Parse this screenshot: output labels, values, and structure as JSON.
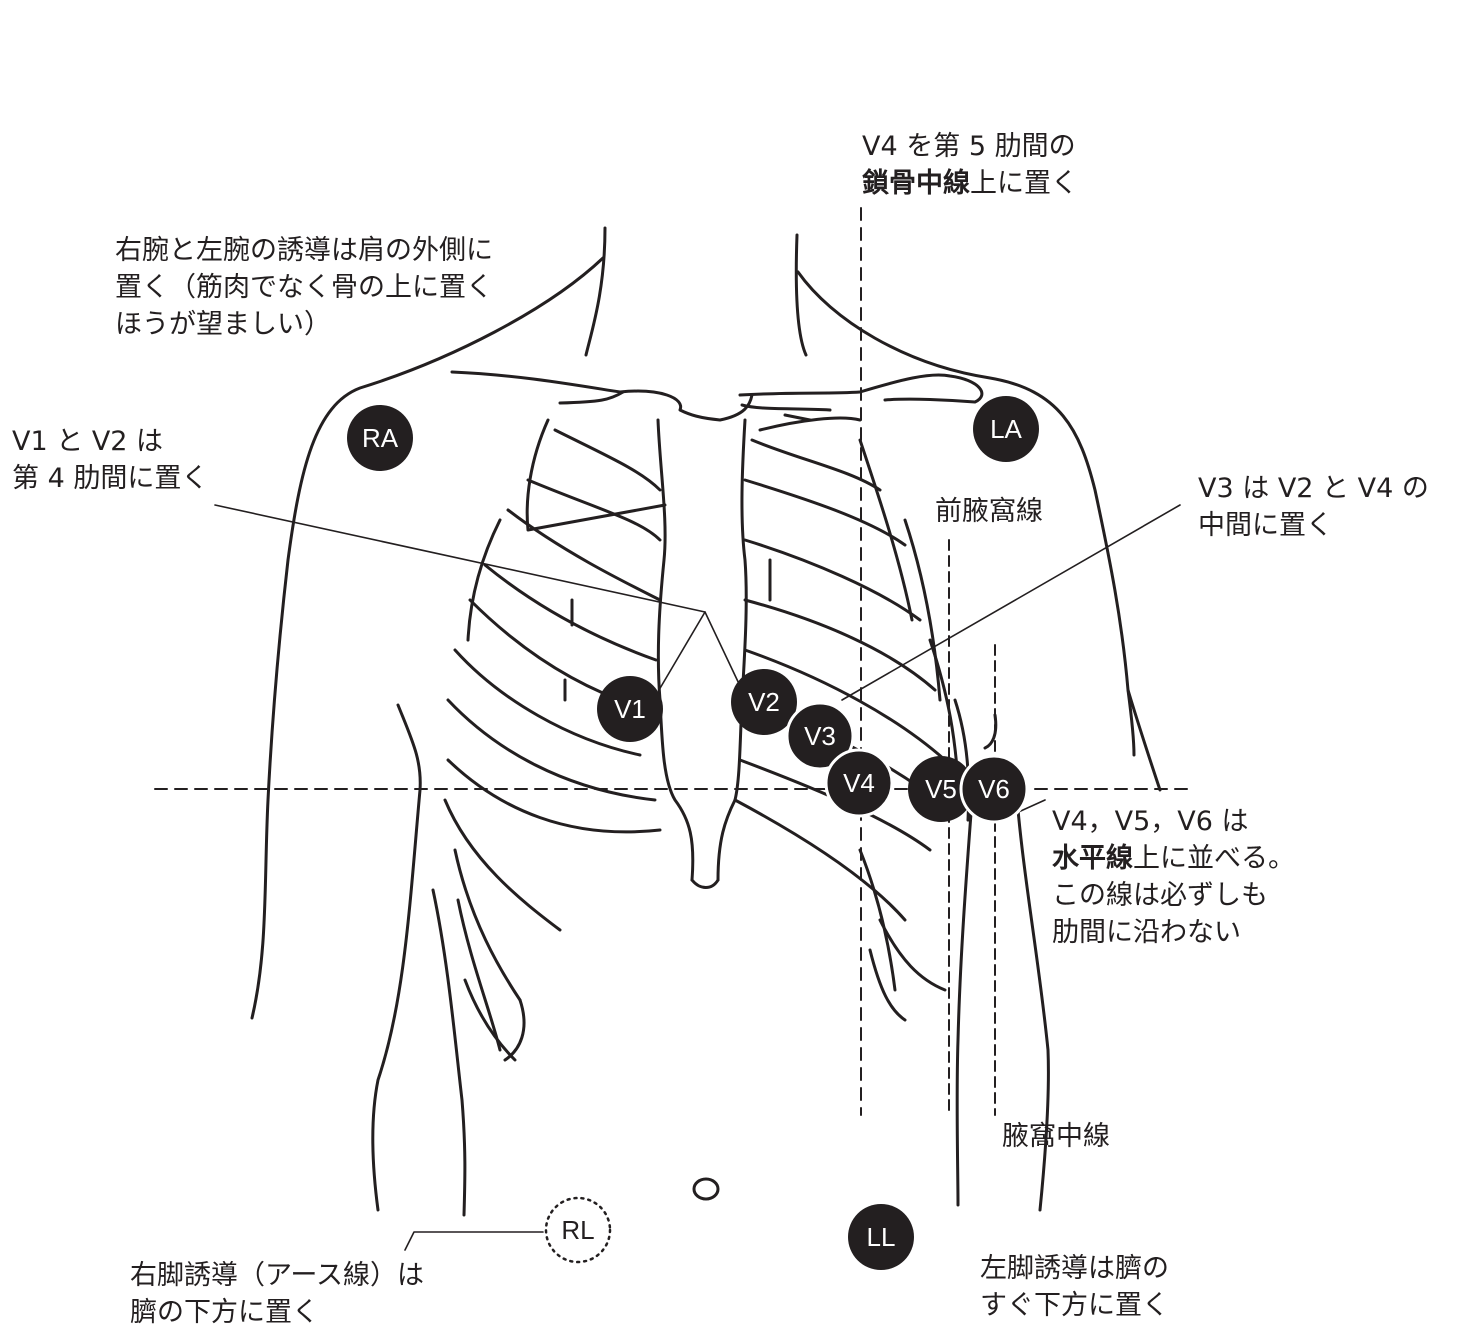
{
  "colors": {
    "ink": "#231f20",
    "electrode_fill": "#231f20",
    "electrode_text": "#ffffff",
    "background": "#ffffff"
  },
  "electrodes": {
    "RA": "RA",
    "LA": "LA",
    "LL": "LL",
    "RL": "RL",
    "V1": "V1",
    "V2": "V2",
    "V3": "V3",
    "V4": "V4",
    "V5": "V5",
    "V6": "V6"
  },
  "annotations": {
    "v4_line1": "V4 を第 5 肋間の",
    "v4_line2_bold": "鎖骨中線",
    "v4_line2_rest": "上に置く",
    "arms_line1": "右腕と左腕の誘導は肩の外側に",
    "arms_line2": "置く（筋肉でなく骨の上に置く",
    "arms_line3": "ほうが望ましい）",
    "v1v2_line1": "V1 と V2 は",
    "v1v2_line2": "第 4 肋間に置く",
    "anterior_axillary": "前腋窩線",
    "v3_line1": "V3 は V2 と V4 の",
    "v3_line2": "中間に置く",
    "v456_line1": "V4，V5，V6 は",
    "v456_line2_bold": "水平線",
    "v456_line2_rest": "上に並べる。",
    "v456_line3": "この線は必ずしも",
    "v456_line4": "肋間に沿わない",
    "mid_axillary": "腋窩中線",
    "rl_line1": "右脚誘導（アース線）は",
    "rl_line2": "臍の下方に置く",
    "ll_line1": "左脚誘導は臍の",
    "ll_line2": "すぐ下方に置く"
  }
}
